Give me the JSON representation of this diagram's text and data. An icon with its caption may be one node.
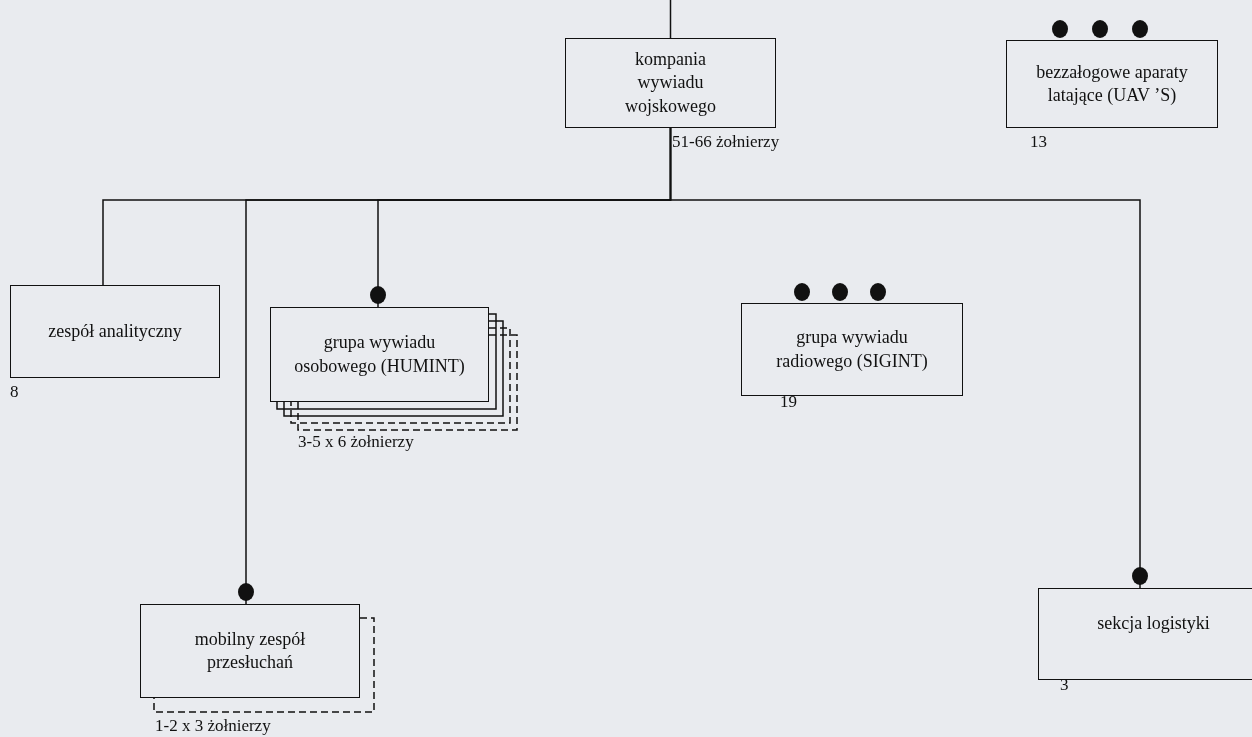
{
  "diagram": {
    "nodes": [
      {
        "text": [
          "kompania wywiadu wojskowego"
        ],
        "beside": [
          "51-66 żołnierzy"
        ]
      },
      {
        "text": [
          "bezzałogowe aparaty latające (UAV ’S)"
        ],
        "beside": [
          "13"
        ]
      },
      {
        "text": [
          "zespół analityczny"
        ],
        "beside": [
          "8"
        ]
      },
      {
        "text": [
          "grupa wywiadu osobowego (HUMINT)"
        ],
        "beside": [
          "3-5 x 6 żołnierzy"
        ]
      },
      {
        "text": [
          "grupa wywiadu radiowego (SIGINT)"
        ],
        "beside": [
          "19"
        ]
      },
      {
        "text": [
          "mobilny zespół przesłuchań"
        ],
        "beside": [
          "1-2 x 3 żołnierzy"
        ]
      },
      {
        "text": [
          "sekcja logistyki"
        ],
        "beside": [
          "3"
        ]
      }
    ],
    "edges": [
      {
        "from": null,
        "to": 0,
        "arrow": "none"
      },
      {
        "from": 0,
        "to": 2,
        "arrow": "none"
      },
      {
        "from": 0,
        "to": 5,
        "arrow": "other"
      },
      {
        "from": 0,
        "to": 3,
        "arrow": "other"
      },
      {
        "from": 0,
        "to": 6,
        "arrow": "other"
      }
    ]
  }
}
